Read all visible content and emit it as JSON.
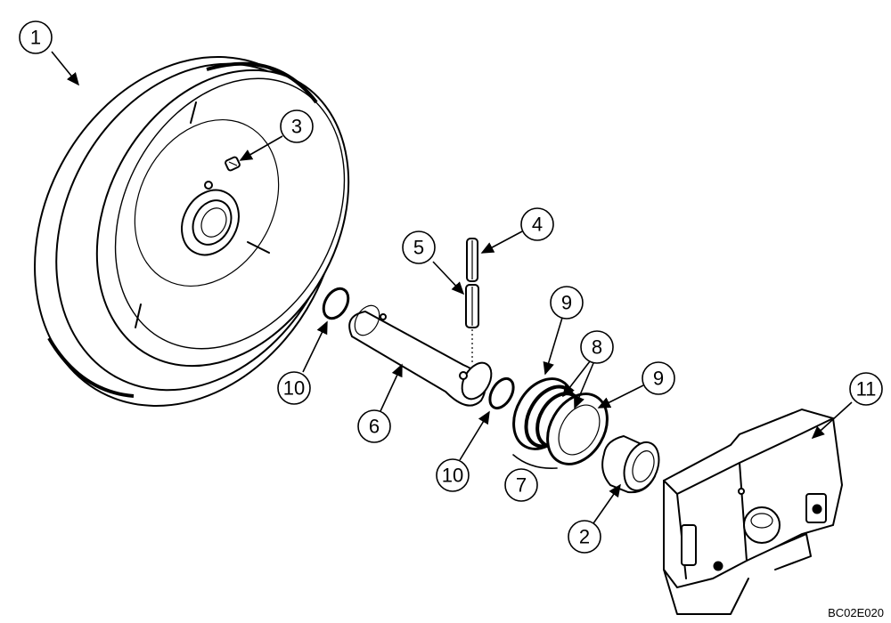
{
  "figure_code": "BC02E020",
  "callouts": [
    {
      "id": "c1",
      "label": "1"
    },
    {
      "id": "c3",
      "label": "3"
    },
    {
      "id": "c4",
      "label": "4"
    },
    {
      "id": "c5",
      "label": "5"
    },
    {
      "id": "c9a",
      "label": "9"
    },
    {
      "id": "c8",
      "label": "8"
    },
    {
      "id": "c9b",
      "label": "9"
    },
    {
      "id": "c11",
      "label": "11"
    },
    {
      "id": "c10a",
      "label": "10"
    },
    {
      "id": "c6",
      "label": "6"
    },
    {
      "id": "c10b",
      "label": "10"
    },
    {
      "id": "c7",
      "label": "7"
    },
    {
      "id": "c2",
      "label": "2"
    }
  ]
}
